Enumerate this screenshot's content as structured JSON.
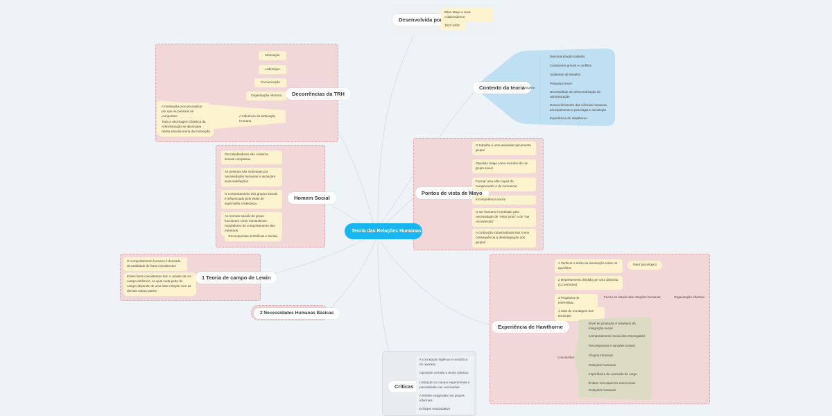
{
  "central": {
    "label": "Teoria das Relações Humanas",
    "color": "#17b6f2"
  },
  "branches": {
    "desenvolvida": {
      "label": "Desenvolvida por",
      "items": [
        "Elton Mayo e seus colaboradores",
        "1927-1932"
      ]
    },
    "contexto": {
      "label": "Contexto da teoria",
      "sub_label": "Origens",
      "color": "#bfdff2",
      "items": [
        "Desumanização trabalho",
        "Constantes greves e conflitos",
        "Acidentes de trabalho",
        "Pesquisa Hoxie",
        "Necessidade de democratização da administração",
        "Desenvolvimento das ciências humanas, principalmente a psicologia e sociologia",
        "Experiência de Hawthorne"
      ]
    },
    "decorrencias": {
      "label": "Decorrências da TRH",
      "items": [
        "Motivação",
        "Liderança",
        "Comunicação",
        "Organização informal"
      ],
      "motivacao": {
        "label": "A Influência da Motivação Humana",
        "items": [
          "A motivação procura explicar por que as pessoas se comportam",
          "Toda a Abordagem Clássica da Administração se alicerçava nessa estreita teoria da motivação"
        ]
      }
    },
    "homem_social": {
      "label": "Homem Social",
      "items": [
        "Os trabalhadores são criaturas sociais complexas",
        "As pessoas são motivadas por necessidades humanas e alcançam suas satisfações",
        "O comportamento dos grupos sociais é influenciado pelo estilo de supervisão e liderança",
        "As normas sociais do grupo funcionam como mecanismos reguladores do comportamento dos membros",
        "Recompensas simbólicas e sociais"
      ]
    },
    "mayo": {
      "label": "Pontos de vista de Mayo",
      "items": [
        "O trabalho é uma atividade tipicamente grupal",
        "Operário reage como membro de um grupo social",
        "Formar uma elite capaz de compreender e de comunicar",
        "Incompetência social",
        "O ser humano é motivado pela necessidade de \"estar junto\" e de \"ser reconhecido\"",
        "A civilização industrializada traz como consequência a desintegração dos grupos"
      ]
    },
    "lewin": {
      "label": "1 Teoria de campo de Lewin",
      "items": [
        "O comportamento humano é derivado da totalidade de fatos coexistentes",
        "Esses fatos coexistentes tem o caráter de um campo dinâmico, no qual cada parte do campo depende de uma inter-relação com as demais outras partes"
      ]
    },
    "necessidades": {
      "label": "2 Necessidades Humanas Básicas"
    },
    "hawthorne": {
      "label": "Experiência de Hawthorne",
      "phases": [
        {
          "text": "1 Verificar o efeito da iluminação sobre os operários",
          "tags": [
            "Fator psicológico"
          ]
        },
        {
          "text": "2 Departamento dividido por uma divisória (12 períodos)",
          "tags": []
        },
        {
          "text": "3 Programa de entrevistas",
          "tags": [
            "Focou no estudo das relações humanas",
            "Organização informal"
          ]
        },
        {
          "text": "4 Sala de montagem dos terminais",
          "tags": []
        }
      ],
      "conclusoes_label": "Conclusões",
      "conclusoes": [
        "Nível de produção é resultado da integração social",
        "Comportamento social dos empregados",
        "Recompensas e sanções sociais",
        "Grupos informais",
        "Relações humanas",
        "Importância do conteúdo do cargo",
        "Ênfase nos aspectos emocionais",
        "Relações humanas"
      ]
    },
    "criticas": {
      "label": "Críticas",
      "items": [
        "A concepção ingênua e romântica do operário",
        "Oposição cerrada a teoria clássica",
        "Limitação no campo experimental e parcialidade nas conclusões",
        "A ênfase exagerada nos grupos informais",
        "Enfoque manipulativo"
      ]
    }
  }
}
